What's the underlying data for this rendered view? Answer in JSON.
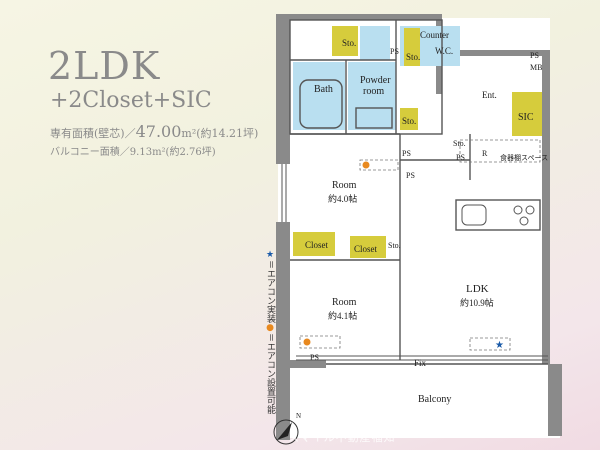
{
  "header": {
    "title": "2LDK",
    "subtitle": "+2Closet+SIC",
    "area_label": "専有面積(壁芯)／",
    "area_value": "47.00",
    "area_unit": "m²(約14.21坪)",
    "balcony_area": "バルコニー面積／9.13m²(約2.76坪)"
  },
  "rooms": {
    "sto1": "Sto.",
    "sto2": "Sto.",
    "sto3": "Sto.",
    "sto4": "Sto.",
    "sto5": "Sto.",
    "counter": "Counter",
    "wc": "W.C.",
    "ps1": "PS",
    "ps2": "PS",
    "ps3": "PS",
    "ps4": "PS",
    "ps5": "PS",
    "psmb_ps": "PS",
    "psmb_mb": "MB",
    "bath": "Bath",
    "powder_1": "Powder",
    "powder_2": "room",
    "ent": "Ent.",
    "sic": "SIC",
    "r_mark": "R",
    "pantry": "食器棚スペース",
    "room1_name": "Room",
    "room1_size": "約4.0帖",
    "room2_name": "Room",
    "room2_size": "約4.1帖",
    "closet1": "Closet",
    "closet2": "Closet",
    "ldk_name": "LDK",
    "ldk_size": "約10.9帖",
    "fix": "Fix",
    "balcony": "Balcony",
    "north": "N"
  },
  "legend": {
    "ac_installed": "＝エアコン実装",
    "ac_possible": "＝エアコン設置可能"
  },
  "watermark": "スマイル不動産福知",
  "colors": {
    "closet": "#d6cc3c",
    "wet": "#b9dff0",
    "wall": "#8a8a8a",
    "ac_installed": "#1a5aa8",
    "ac_possible": "#e8891f"
  }
}
